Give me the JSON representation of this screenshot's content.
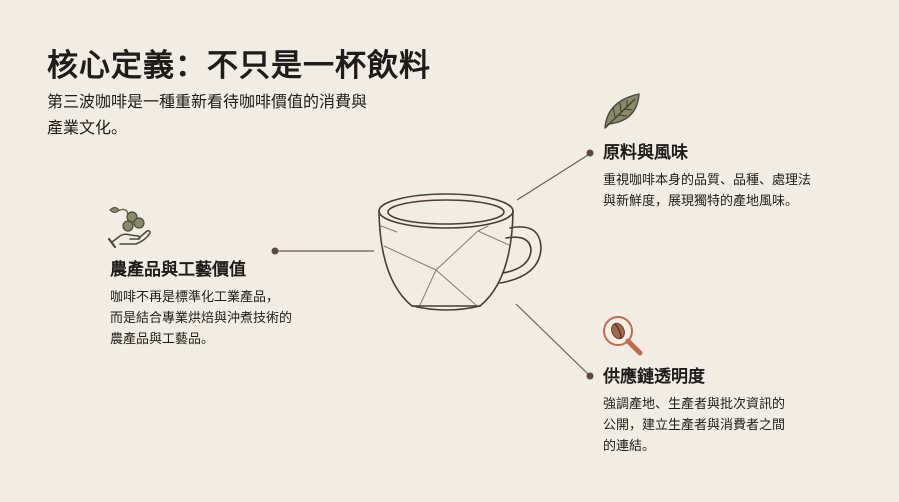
{
  "page": {
    "title": "核心定義：不只是一杯飲料",
    "intro": "第三波咖啡是一種重新看待咖啡價值的消費與產業文化。"
  },
  "colors": {
    "background": "#f1ede5",
    "text": "#1f1d1b",
    "line": "#6e5d52",
    "dot": "#5a4a40",
    "leaf": "#8a8a6a",
    "bean": "#a0694f",
    "magnifier": "#c36a4b"
  },
  "points": [
    {
      "id": "agriculture",
      "icon": "hand-with-coffee-cherries-icon",
      "title": "農產品與工藝價值",
      "body": "咖啡不再是標準化工業產品，\n而是結合專業烘焙與沖煮技術的\n農產品與工藝品。"
    },
    {
      "id": "raw",
      "icon": "leaf-icon",
      "title": "原料與風味",
      "body": "重視咖啡本身的品質、品種、處理法\n與新鮮度，展現獨特的產地風味。"
    },
    {
      "id": "supply",
      "icon": "magnifier-coffee-bean-icon",
      "title": "供應鏈透明度",
      "body": "強調產地、生產者與批次資訊的\n公開，建立生產者與消費者之間\n的連結。"
    }
  ]
}
